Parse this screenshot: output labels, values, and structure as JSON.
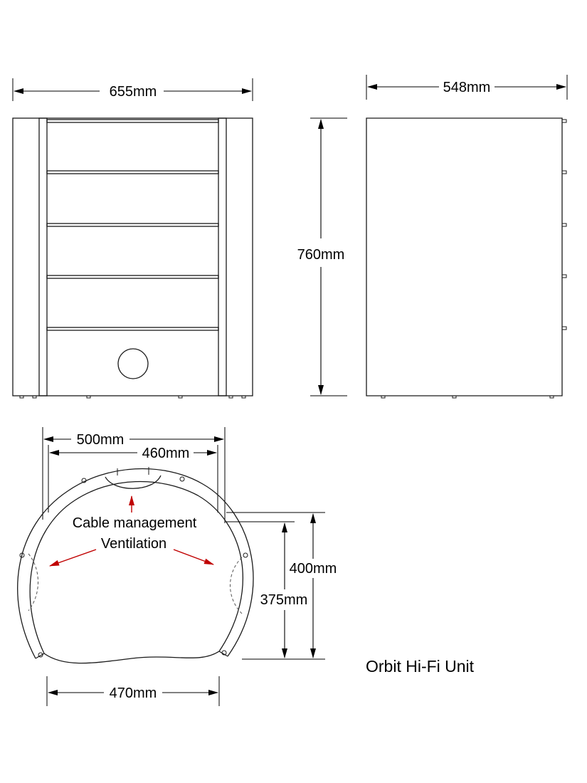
{
  "title": "Orbit Hi-Fi Unit",
  "front_view": {
    "width_label": "655mm"
  },
  "side_view": {
    "depth_label": "548mm",
    "height_label": "760mm"
  },
  "plan_view": {
    "outer_width_label": "500mm",
    "inner_width_label": "460mm",
    "front_width_label": "470mm",
    "outer_depth_label": "400mm",
    "inner_depth_label": "375mm",
    "callouts": {
      "cable": "Cable management",
      "ventilation": "Ventilation"
    }
  },
  "colors": {
    "line": "#1a1a1a",
    "callout_arrow": "#c00000",
    "background": "#ffffff"
  }
}
